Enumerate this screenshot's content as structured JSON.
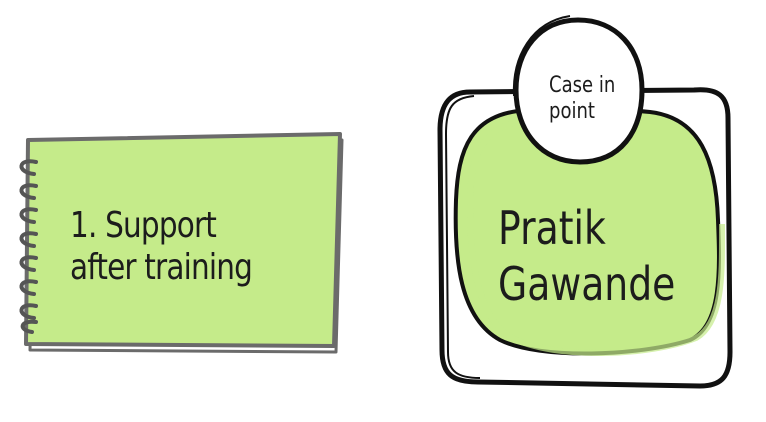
{
  "colors": {
    "fill": "#c5eb8a",
    "stroke": "#111111",
    "spiral": "#555555",
    "note_border": "#6b6b6b"
  },
  "note": {
    "text": "1. Support after training"
  },
  "badge": {
    "label": "Case in point"
  },
  "name": {
    "text": "Pratik Gawande"
  }
}
